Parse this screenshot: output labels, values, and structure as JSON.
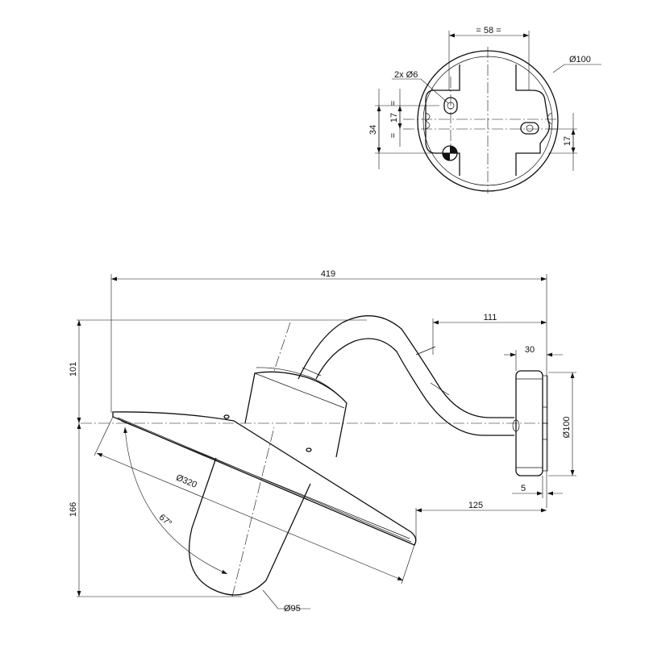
{
  "top_view": {
    "dim_width": "= 58 =",
    "dim_holes": "2x Ø6",
    "dim_diameter": "Ø100",
    "dim_eq1": "=",
    "dim_eq2": "=",
    "dim_17_left": "17",
    "dim_34": "34",
    "dim_17_right": "17"
  },
  "side_view": {
    "dim_total_width": "419",
    "dim_arm_offset": "111",
    "dim_plate_depth": "30",
    "dim_plate_diameter": "Ø100",
    "dim_plate_gap": "5",
    "dim_height_top": "101",
    "dim_height_bottom": "166",
    "dim_shade_diameter": "Ø320",
    "dim_angle": "67°",
    "dim_shade_offset": "125",
    "dim_globe_diameter": "Ø95"
  }
}
